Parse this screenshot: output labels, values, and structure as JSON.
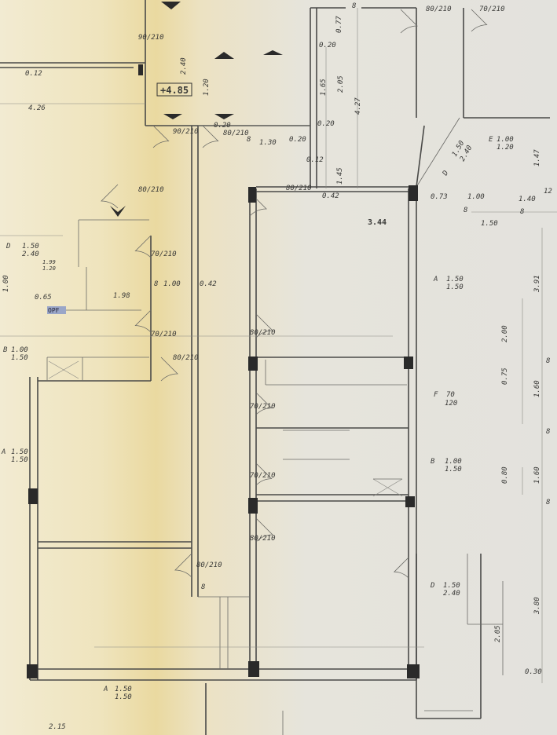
{
  "title": "Floor plan (architectural drawing)",
  "elevation": "+4.85",
  "labels": {
    "d_0_12_top": "0.12",
    "d_4_26": "4.26",
    "door_90_210_stair": "90/210",
    "d_2_40": "2.40",
    "d_1_20": "1.20",
    "door_90_210_a": "90/210",
    "d_0_20_a": "0.20",
    "door_80_210_a": "80/210",
    "d_8_a": "8",
    "d_1_30": "1.30",
    "d_0_20_b": "0.20",
    "d_0_12_b": "0.12",
    "d_1_45": "1.45",
    "d_0_42_a": "0.42",
    "door_80_210_b": "80/210",
    "d_8_top": "8",
    "d_0_77": "0.77",
    "d_0_20_c": "0.20",
    "d_2_05_top": "2.05",
    "d_1_65": "1.65",
    "d_4_27": "4.27",
    "d_0_20_d": "0.20",
    "door_80_210_top": "80/210",
    "door_70_210_top": "70/210",
    "win_e": "E",
    "win_e_w": "1.00",
    "win_e_h": "1.20",
    "d_1_47": "1.47",
    "d_12": "12",
    "d_1_40": "1.40",
    "win_d_diag": "D",
    "win_d_diag_w": "1.50",
    "win_d_diag_h": "2.40",
    "d_0_73": "0.73",
    "d_1_00_a": "1.00",
    "d_8_b": "8",
    "d_1_50": "1.50",
    "d_3_44": "3.44",
    "d_8_c": "8",
    "win_d_left": "D",
    "win_d_left_w": "1.50",
    "win_d_left_h": "2.40",
    "d_1_99": "1.99",
    "d_1_20_b": "1.20",
    "d_1_00_v": "1.00",
    "d_0_65": "0.65",
    "d_1_98": "1.98",
    "door_70_210_k1": "70/210",
    "d_8_k": "8",
    "d_1_00_k": "1.00",
    "d_0_42_b": "0.42",
    "door_70_210_k2": "70/210",
    "door_80_210_k": "80/210",
    "opf": "OPF",
    "win_b_left": "B",
    "win_b_left_w": "1.00",
    "win_b_left_h": "1.50",
    "win_a_left": "A",
    "win_a_left_w": "1.50",
    "win_a_left_h": "1.50",
    "win_a_right": "A",
    "win_a_right_w": "1.50",
    "win_a_right_h": "1.50",
    "d_3_91": "3.91",
    "d_2_00": "2.00",
    "d_8_r1": "8",
    "d_0_75": "0.75",
    "d_1_60_a": "1.60",
    "win_f": "F",
    "win_f_w": "70",
    "win_f_h": "120",
    "d_8_r2": "8",
    "win_b_right": "B",
    "win_b_right_w": "1.00",
    "win_b_right_h": "1.50",
    "d_0_80": "0.80",
    "d_1_60_b": "1.60",
    "d_8_r3": "8",
    "door_80_210_c1": "80/210",
    "door_70_210_c2": "70/210",
    "door_70_210_c3": "70/210",
    "door_80_210_c4": "80/210",
    "door_80_210_c5": "80/210",
    "d_8_d": "8",
    "win_d_bal": "D",
    "win_d_bal_w": "1.50",
    "win_d_bal_h": "2.40",
    "d_3_80": "3.80",
    "d_2_05_b": "2.05",
    "d_0_30": "0.30",
    "win_a_bottom": "A",
    "win_a_bottom_w": "1.50",
    "win_a_bottom_h": "1.50",
    "d_2_15": "2.15",
    "door_80_210_corner": "80/210"
  }
}
